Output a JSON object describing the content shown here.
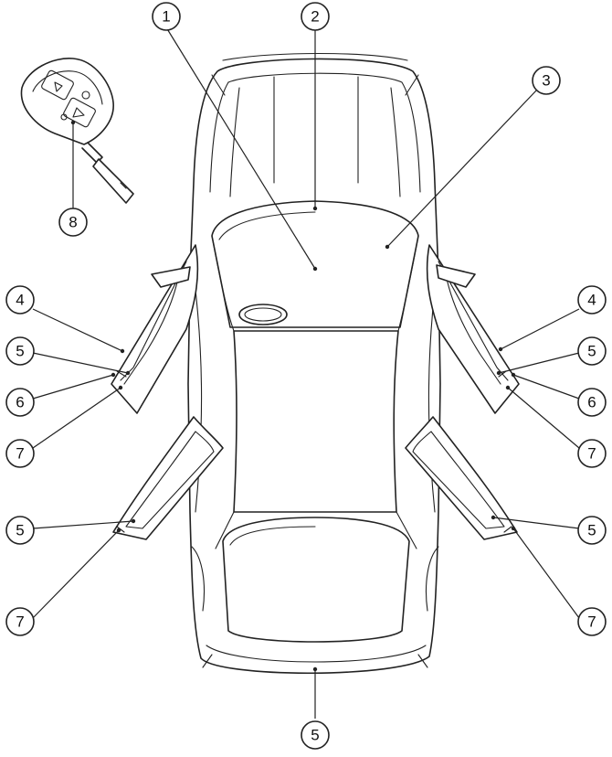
{
  "callouts": [
    {
      "id": "c1",
      "label": "1"
    },
    {
      "id": "c2",
      "label": "2"
    },
    {
      "id": "c3",
      "label": "3"
    },
    {
      "id": "c4l",
      "label": "4"
    },
    {
      "id": "c5l",
      "label": "5"
    },
    {
      "id": "c6l",
      "label": "6"
    },
    {
      "id": "c7l",
      "label": "7"
    },
    {
      "id": "c4r",
      "label": "4"
    },
    {
      "id": "c5r",
      "label": "5"
    },
    {
      "id": "c6r",
      "label": "6"
    },
    {
      "id": "c7r",
      "label": "7"
    },
    {
      "id": "c5lr",
      "label": "5"
    },
    {
      "id": "c7lr",
      "label": "7"
    },
    {
      "id": "c5rr",
      "label": "5"
    },
    {
      "id": "c7rr",
      "label": "7"
    },
    {
      "id": "c5b",
      "label": "5"
    },
    {
      "id": "c8",
      "label": "8"
    }
  ]
}
